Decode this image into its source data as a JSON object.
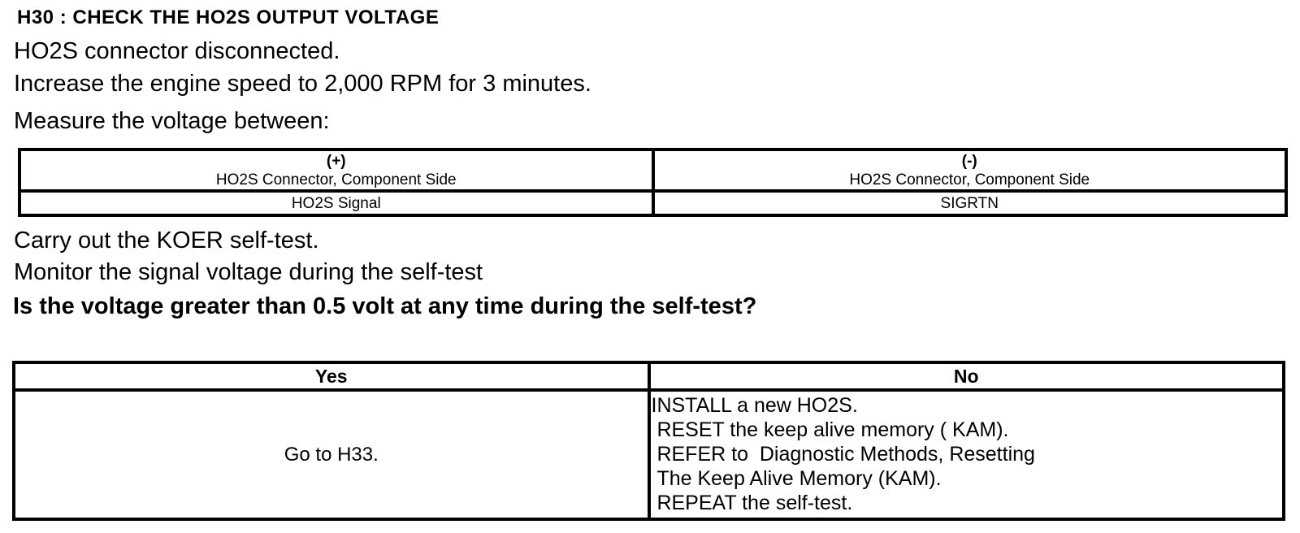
{
  "document": {
    "title": "H30 : CHECK THE HO2S OUTPUT VOLTAGE",
    "instructions": [
      "HO2S connector disconnected.",
      "Increase the engine speed to 2,000 RPM for 3 minutes.",
      "Measure the voltage between:"
    ],
    "measure_table": {
      "positive": {
        "polarity": "(+)",
        "connector": "HO2S Connector, Component Side",
        "pin": "HO2S Signal"
      },
      "negative": {
        "polarity": "(-)",
        "connector": "HO2S Connector, Component Side",
        "pin": "SIGRTN"
      }
    },
    "post_instructions": [
      "Carry out the KOER self-test.",
      "Monitor the signal voltage during the self-test"
    ],
    "question": "Is the voltage greater than 0.5 volt at any time during the self-test?",
    "result_table": {
      "yes_header": "Yes",
      "no_header": "No",
      "yes_action": "Go to H33.",
      "no_actions": [
        "INSTALL a new HO2S.",
        " RESET the keep alive memory ( KAM).",
        " REFER to  Diagnostic Methods, Resetting",
        " The Keep Alive Memory (KAM).",
        " REPEAT the self-test."
      ]
    }
  }
}
